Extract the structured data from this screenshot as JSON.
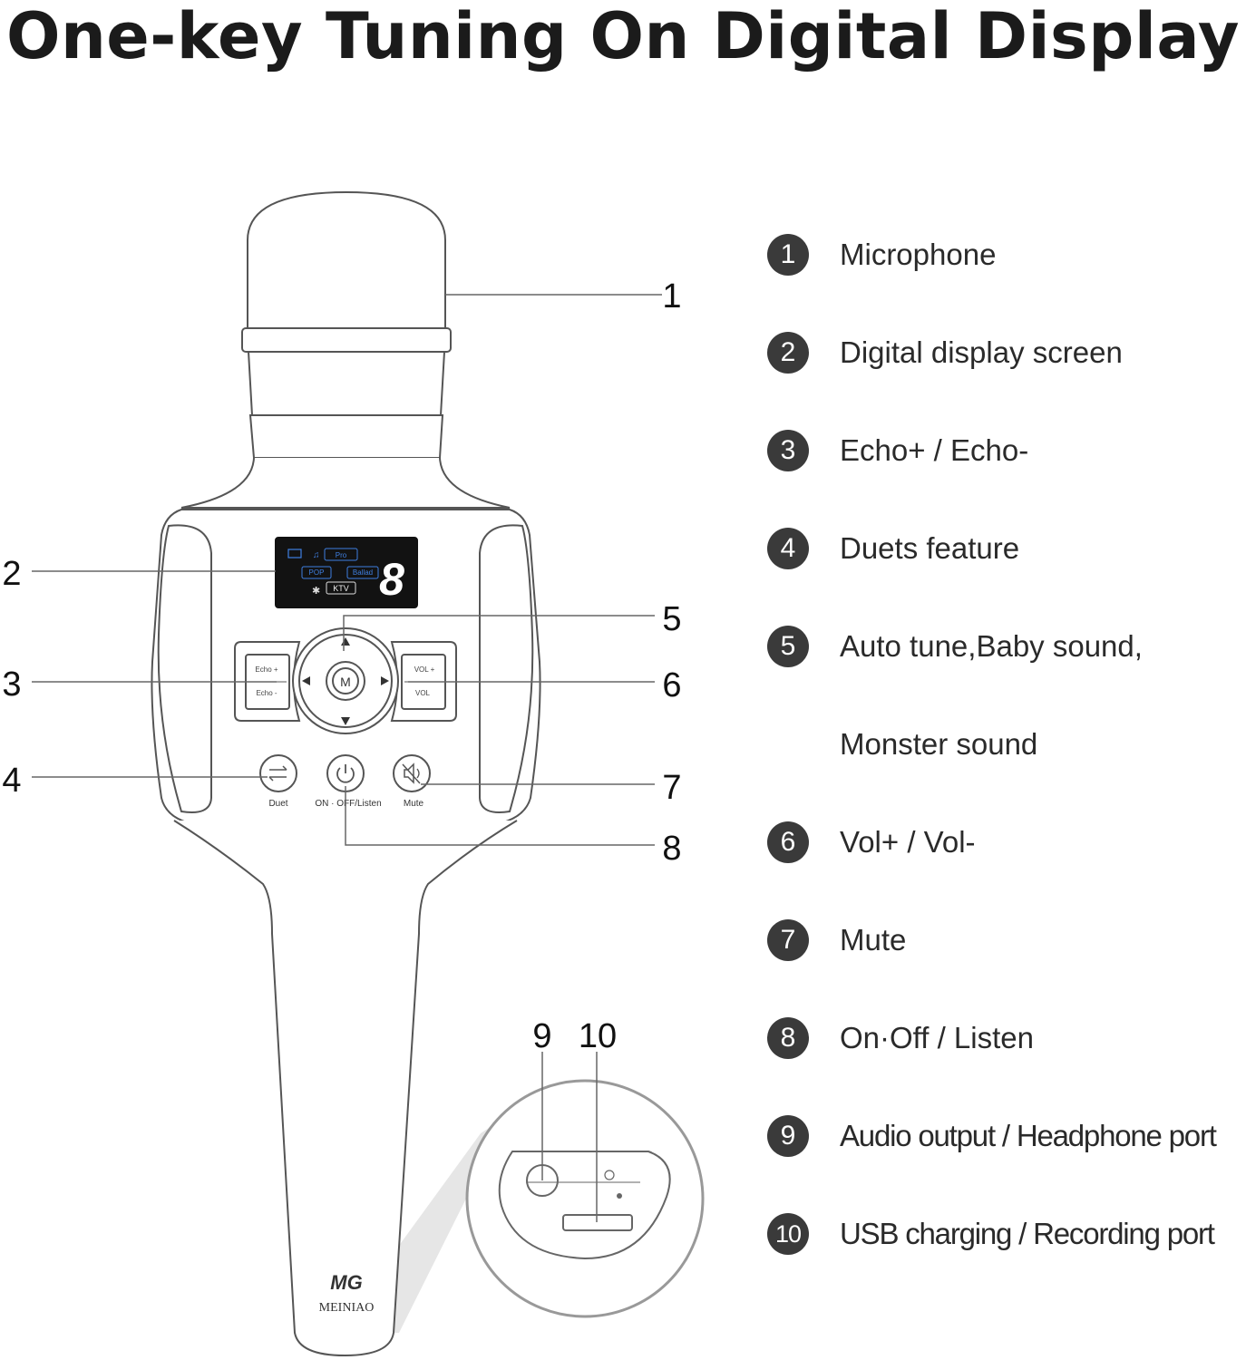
{
  "title": "One-key Tuning On Digital Display",
  "callouts": [
    "1",
    "2",
    "3",
    "4",
    "5",
    "6",
    "7",
    "8",
    "9",
    "10"
  ],
  "device": {
    "display": {
      "digit": "8",
      "tags": [
        "Pro",
        "POP",
        "Ballad",
        "KTV"
      ]
    },
    "buttons": {
      "echo_up": "Echo +",
      "echo_down": "Echo -",
      "vol_up": "VOL +",
      "vol_down": "VOL",
      "mode": "M",
      "duet": "Duet",
      "power": "ON · OFF/Listen",
      "mute": "Mute"
    },
    "brand": "MEINIAO",
    "brand_logo": "MG"
  },
  "legend": [
    {
      "num": "1",
      "label": "Microphone"
    },
    {
      "num": "2",
      "label": "Digital display screen"
    },
    {
      "num": "3",
      "label": "Echo+ / Echo-"
    },
    {
      "num": "4",
      "label": "Duets feature"
    },
    {
      "num": "5",
      "label": "Auto tune,Baby sound,",
      "label2": "Monster sound"
    },
    {
      "num": "6",
      "label": "Vol+ / Vol-"
    },
    {
      "num": "7",
      "label": "Mute"
    },
    {
      "num": "8",
      "label": "On·Off / Listen"
    },
    {
      "num": "9",
      "label": "Audio output / Headphone port"
    },
    {
      "num": "10",
      "label": "USB charging / Recording port"
    }
  ],
  "colors": {
    "screen": "#121212",
    "screen_text": "#3f7fe0",
    "legend_circle": "#3a3a3a",
    "outline": "#555555"
  }
}
